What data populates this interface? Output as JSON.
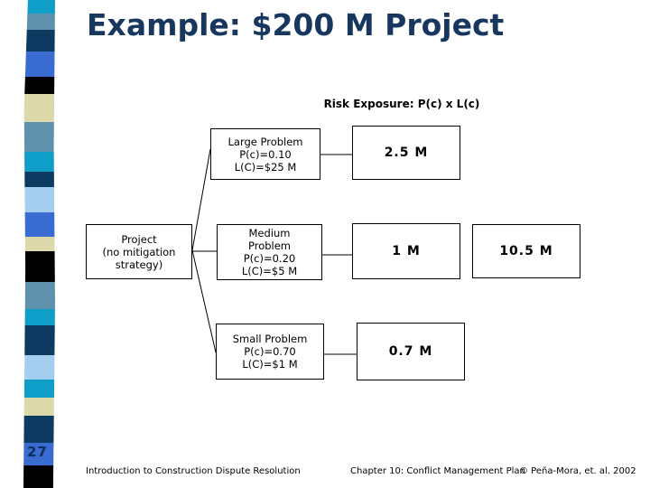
{
  "slide": {
    "title": "Example: $200 M Project",
    "page_number": "27"
  },
  "diagram": {
    "risk_label": "Risk Exposure: P(c) x L(c)",
    "project": {
      "lines": [
        "Project",
        "(no mitigation",
        "strategy)"
      ]
    },
    "large": {
      "lines": [
        "Large Problem",
        "P(c)=0.10",
        "L(C)=$25 M"
      ],
      "result": "2.5 M"
    },
    "medium": {
      "lines": [
        "Medium",
        "Problem",
        "P(c)=0.20",
        "L(C)=$5 M"
      ],
      "result": "1 M"
    },
    "small": {
      "lines": [
        "Small Problem",
        "P(c)=0.70",
        "L(C)=$1 M"
      ],
      "result": "0.7 M"
    },
    "total": {
      "result": "10.5 M"
    }
  },
  "footer": {
    "left": "Introduction to Construction Dispute Resolution",
    "center": "Chapter 10: Conflict Management Plan",
    "right": "© Peña-Mora, et. al. 2002"
  },
  "colors": {
    "title": "#17375e",
    "teal": "#0e9ec7",
    "steel": "#5e92ac",
    "navy": "#0d3a60",
    "royal": "#3a6bd0",
    "black": "#000000",
    "cream": "#dcd8aa",
    "lightblue": "#a5cdf0"
  },
  "strip_blocks": [
    {
      "color": "teal",
      "h": 15
    },
    {
      "color": "steel",
      "h": 18
    },
    {
      "color": "navy",
      "h": 24
    },
    {
      "color": "royal",
      "h": 28
    },
    {
      "color": "black",
      "h": 19
    },
    {
      "color": "cream",
      "h": 31
    },
    {
      "color": "steel",
      "h": 33
    },
    {
      "color": "teal",
      "h": 22
    },
    {
      "color": "navy",
      "h": 17
    },
    {
      "color": "lightblue",
      "h": 28
    },
    {
      "color": "royal",
      "h": 27
    },
    {
      "color": "cream",
      "h": 16
    },
    {
      "color": "black",
      "h": 34
    },
    {
      "color": "steel",
      "h": 30
    },
    {
      "color": "teal",
      "h": 18
    },
    {
      "color": "navy",
      "h": 33
    },
    {
      "color": "lightblue",
      "h": 27
    },
    {
      "color": "teal",
      "h": 20
    },
    {
      "color": "cream",
      "h": 20
    },
    {
      "color": "navy",
      "h": 30
    },
    {
      "color": "royal",
      "h": 25
    },
    {
      "color": "black",
      "h": 25
    }
  ]
}
